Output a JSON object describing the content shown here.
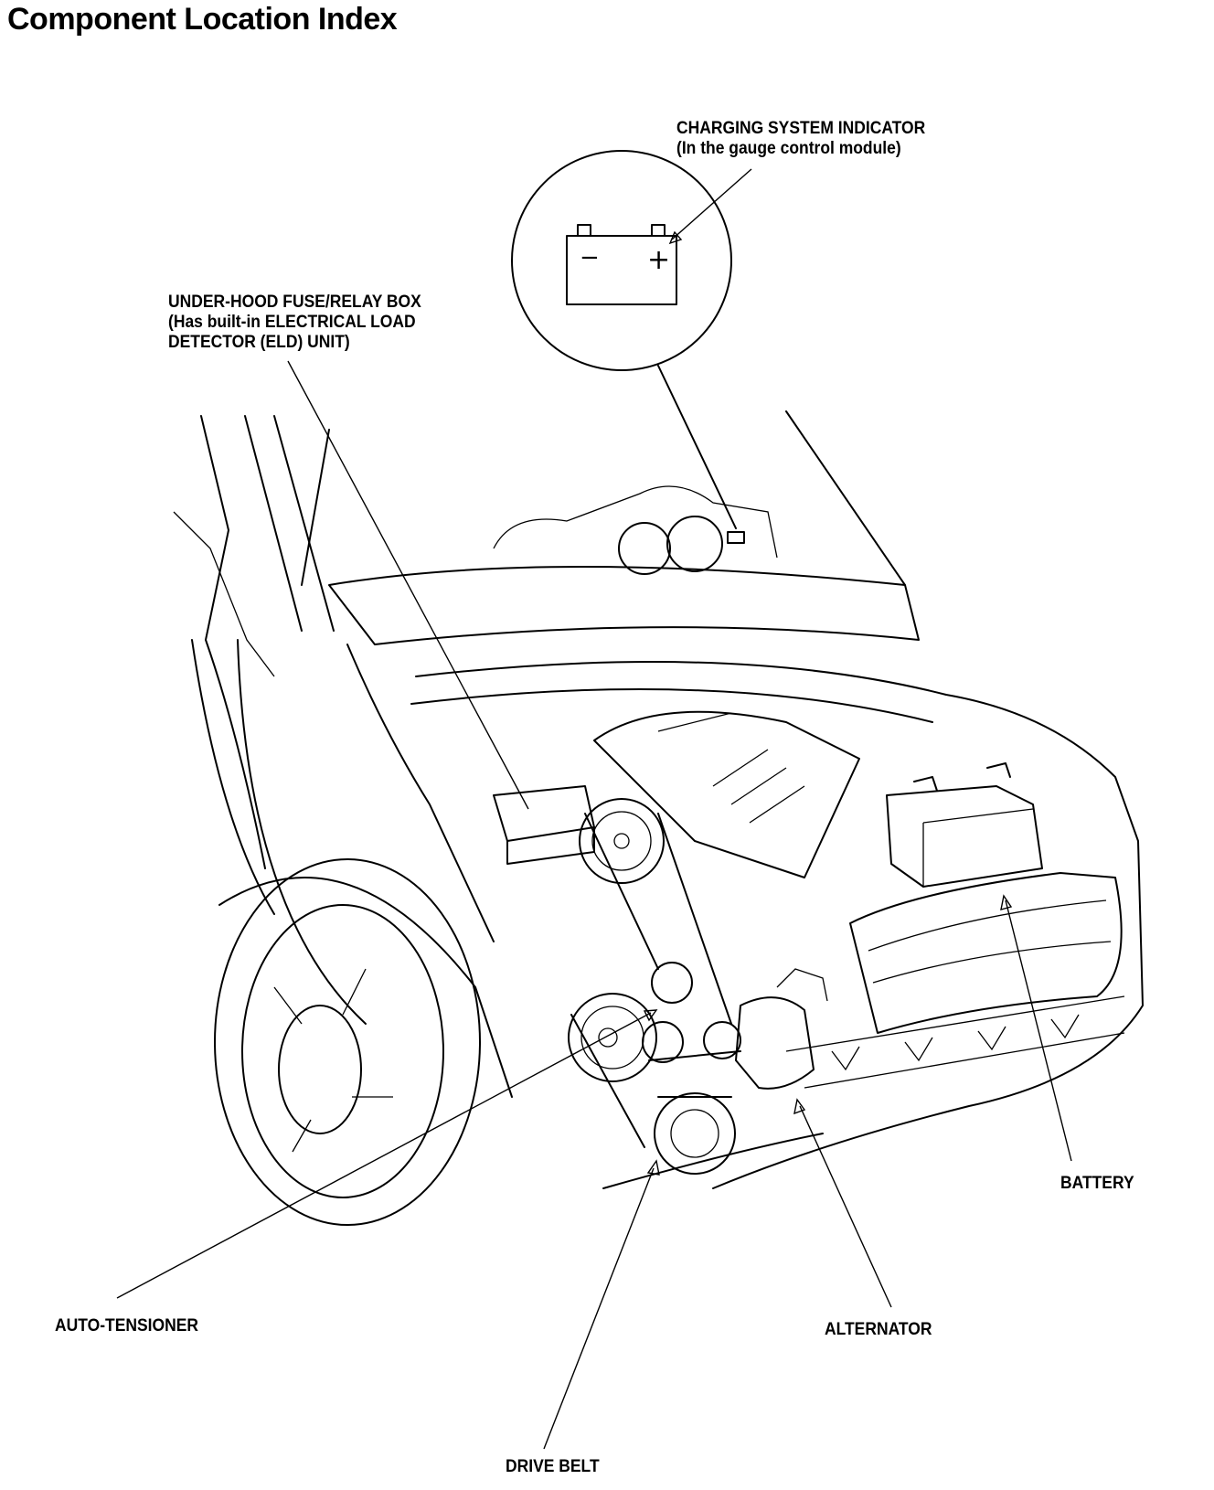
{
  "title": "Component Location Index",
  "callouts": {
    "charging_indicator": {
      "line1": "CHARGING SYSTEM INDICATOR",
      "line2": "(In the gauge control module)"
    },
    "fuse_box": {
      "line1": "UNDER-HOOD FUSE/RELAY BOX",
      "line2": "(Has built-in ELECTRICAL LOAD",
      "line3": "DETECTOR (ELD) UNIT)"
    },
    "battery": "BATTERY",
    "auto_tensioner": "AUTO-TENSIONER",
    "alternator": "ALTERNATOR",
    "drive_belt": "DRIVE BELT"
  },
  "indicator_symbols": {
    "minus": "−",
    "plus": "+"
  }
}
